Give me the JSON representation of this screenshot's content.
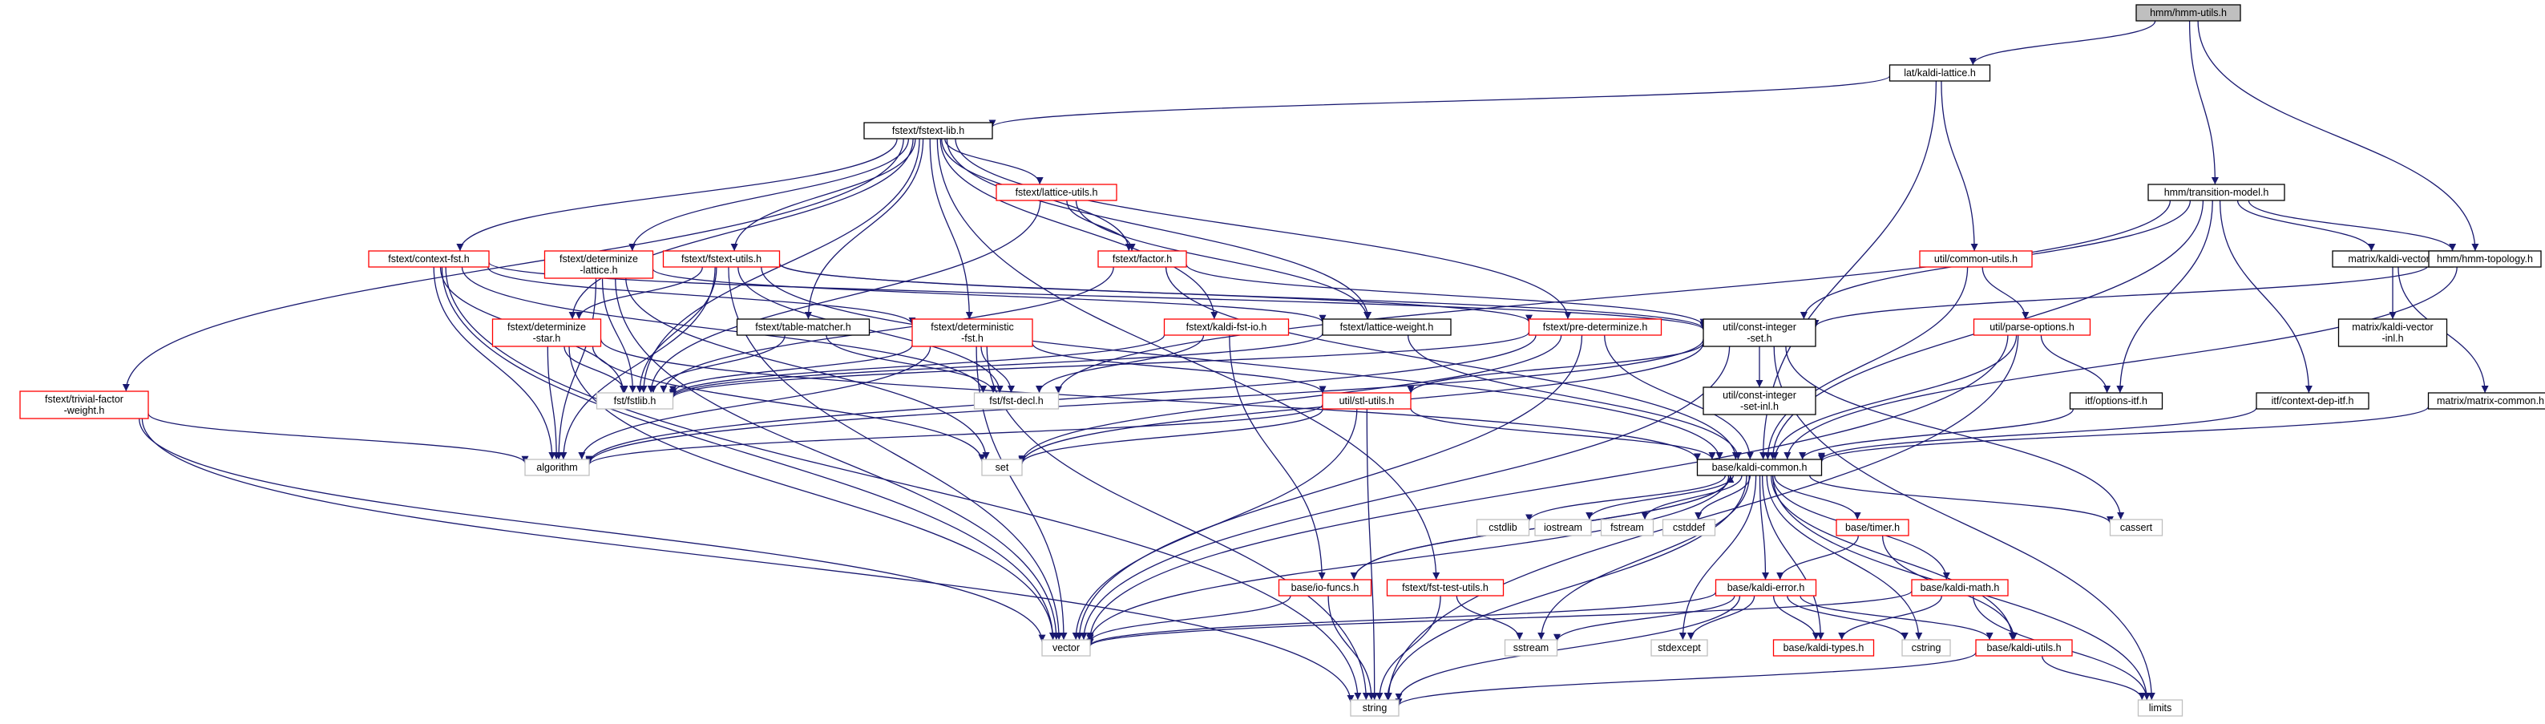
{
  "colors": {
    "edge": "#191970",
    "border_black": "#000000",
    "border_red": "#ff0000",
    "border_gray": "#bfbfbf",
    "focus_fill": "#bfbfbf",
    "fill": "#ffffff"
  },
  "nodes": [
    {
      "id": "root",
      "lines": [
        "hmm/hmm-utils.h"
      ],
      "style": "focus"
    },
    {
      "id": "lat_kaldi_lattice",
      "lines": [
        "lat/kaldi-lattice.h"
      ],
      "style": "black"
    },
    {
      "id": "fstext_lib",
      "lines": [
        "fstext/fstext-lib.h"
      ],
      "style": "black"
    },
    {
      "id": "hmm_transition_model",
      "lines": [
        "hmm/transition-model.h"
      ],
      "style": "black"
    },
    {
      "id": "fstext_lattice_utils",
      "lines": [
        "fstext/lattice-utils.h"
      ],
      "style": "red"
    },
    {
      "id": "util_common_utils",
      "lines": [
        "util/common-utils.h"
      ],
      "style": "red"
    },
    {
      "id": "fstext_context_fst",
      "lines": [
        "fstext/context-fst.h"
      ],
      "style": "red"
    },
    {
      "id": "fstext_determinize_lattice",
      "lines": [
        "fstext/determinize",
        "-lattice.h"
      ],
      "style": "red"
    },
    {
      "id": "fstext_fstext_utils",
      "lines": [
        "fstext/fstext-utils.h"
      ],
      "style": "red"
    },
    {
      "id": "fstext_factor",
      "lines": [
        "fstext/factor.h"
      ],
      "style": "red"
    },
    {
      "id": "matrix_kaldi_vector",
      "lines": [
        "matrix/kaldi-vector.h"
      ],
      "style": "black"
    },
    {
      "id": "hmm_hmm_topology",
      "lines": [
        "hmm/hmm-topology.h"
      ],
      "style": "black"
    },
    {
      "id": "fstext_determinize_star",
      "lines": [
        "fstext/determinize",
        "-star.h"
      ],
      "style": "red"
    },
    {
      "id": "fstext_table_matcher",
      "lines": [
        "fstext/table-matcher.h"
      ],
      "style": "black"
    },
    {
      "id": "fstext_deterministic_fst",
      "lines": [
        "fstext/deterministic",
        "-fst.h"
      ],
      "style": "red"
    },
    {
      "id": "fstext_kaldi_fst_io",
      "lines": [
        "fstext/kaldi-fst-io.h"
      ],
      "style": "red"
    },
    {
      "id": "fstext_lattice_weight",
      "lines": [
        "fstext/lattice-weight.h"
      ],
      "style": "black"
    },
    {
      "id": "fstext_pre_determinize",
      "lines": [
        "fstext/pre-determinize.h"
      ],
      "style": "red"
    },
    {
      "id": "util_const_integer_set",
      "lines": [
        "util/const-integer",
        "-set.h"
      ],
      "style": "black"
    },
    {
      "id": "util_parse_options",
      "lines": [
        "util/parse-options.h"
      ],
      "style": "red"
    },
    {
      "id": "matrix_kaldi_vector_inl",
      "lines": [
        "matrix/kaldi-vector",
        "-inl.h"
      ],
      "style": "black"
    },
    {
      "id": "fstext_trivial_factor_weight",
      "lines": [
        "fstext/trivial-factor",
        "-weight.h"
      ],
      "style": "red"
    },
    {
      "id": "fst_fstlib",
      "lines": [
        "fst/fstlib.h"
      ],
      "style": "gray"
    },
    {
      "id": "fst_fst_decl",
      "lines": [
        "fst/fst-decl.h"
      ],
      "style": "gray"
    },
    {
      "id": "util_const_integer_set_inl",
      "lines": [
        "util/const-integer",
        "-set-inl.h"
      ],
      "style": "black"
    },
    {
      "id": "itf_options_itf",
      "lines": [
        "itf/options-itf.h"
      ],
      "style": "black"
    },
    {
      "id": "itf_context_dep_itf",
      "lines": [
        "itf/context-dep-itf.h"
      ],
      "style": "black"
    },
    {
      "id": "matrix_matrix_common",
      "lines": [
        "matrix/matrix-common.h"
      ],
      "style": "black"
    },
    {
      "id": "util_stl_utils",
      "lines": [
        "util/stl-utils.h"
      ],
      "style": "red"
    },
    {
      "id": "algorithm",
      "lines": [
        "algorithm"
      ],
      "style": "gray"
    },
    {
      "id": "set",
      "lines": [
        "set"
      ],
      "style": "gray"
    },
    {
      "id": "base_kaldi_common",
      "lines": [
        "base/kaldi-common.h"
      ],
      "style": "black"
    },
    {
      "id": "cstdlib",
      "lines": [
        "cstdlib"
      ],
      "style": "gray"
    },
    {
      "id": "iostream",
      "lines": [
        "iostream"
      ],
      "style": "gray"
    },
    {
      "id": "fstream",
      "lines": [
        "fstream"
      ],
      "style": "gray"
    },
    {
      "id": "cstddef",
      "lines": [
        "cstddef"
      ],
      "style": "gray"
    },
    {
      "id": "base_timer",
      "lines": [
        "base/timer.h"
      ],
      "style": "red"
    },
    {
      "id": "cassert",
      "lines": [
        "cassert"
      ],
      "style": "gray"
    },
    {
      "id": "base_io_funcs",
      "lines": [
        "base/io-funcs.h"
      ],
      "style": "red"
    },
    {
      "id": "fstext_fst_test_utils",
      "lines": [
        "fstext/fst-test-utils.h"
      ],
      "style": "red"
    },
    {
      "id": "base_kaldi_error",
      "lines": [
        "base/kaldi-error.h"
      ],
      "style": "red"
    },
    {
      "id": "base_kaldi_math",
      "lines": [
        "base/kaldi-math.h"
      ],
      "style": "red"
    },
    {
      "id": "vector",
      "lines": [
        "vector"
      ],
      "style": "gray"
    },
    {
      "id": "sstream",
      "lines": [
        "sstream"
      ],
      "style": "gray"
    },
    {
      "id": "stdexcept",
      "lines": [
        "stdexcept"
      ],
      "style": "gray"
    },
    {
      "id": "base_kaldi_types",
      "lines": [
        "base/kaldi-types.h"
      ],
      "style": "red"
    },
    {
      "id": "cstring",
      "lines": [
        "cstring"
      ],
      "style": "gray"
    },
    {
      "id": "base_kaldi_utils",
      "lines": [
        "base/kaldi-utils.h"
      ],
      "style": "red"
    },
    {
      "id": "string",
      "lines": [
        "string"
      ],
      "style": "gray"
    },
    {
      "id": "limits",
      "lines": [
        "limits"
      ],
      "style": "gray"
    }
  ],
  "edges": [
    [
      "root",
      "lat_kaldi_lattice"
    ],
    [
      "root",
      "hmm_transition_model"
    ],
    [
      "root",
      "hmm_hmm_topology"
    ],
    [
      "lat_kaldi_lattice",
      "fstext_lib"
    ],
    [
      "lat_kaldi_lattice",
      "util_common_utils"
    ],
    [
      "lat_kaldi_lattice",
      "base_kaldi_common"
    ],
    [
      "fstext_lib",
      "fstext_lattice_utils"
    ],
    [
      "fstext_lib",
      "fstext_context_fst"
    ],
    [
      "fstext_lib",
      "fstext_determinize_lattice"
    ],
    [
      "fstext_lib",
      "fstext_fstext_utils"
    ],
    [
      "fstext_lib",
      "fstext_factor"
    ],
    [
      "fstext_lib",
      "fstext_table_matcher"
    ],
    [
      "fstext_lib",
      "fstext_deterministic_fst"
    ],
    [
      "fstext_lib",
      "fstext_lattice_weight"
    ],
    [
      "fstext_lib",
      "fstext_pre_determinize"
    ],
    [
      "fstext_lib",
      "fstext_trivial_factor_weight"
    ],
    [
      "fstext_lib",
      "fst_fstlib"
    ],
    [
      "fstext_lib",
      "fstext_determinize_star"
    ],
    [
      "fstext_lib",
      "fstext_kaldi_fst_io"
    ],
    [
      "fstext_lib",
      "fstext_fst_test_utils"
    ],
    [
      "fstext_lattice_utils",
      "fstext_factor"
    ],
    [
      "fstext_lattice_utils",
      "fst_fstlib"
    ],
    [
      "fstext_lattice_utils",
      "fstext_lattice_weight"
    ],
    [
      "fstext_context_fst",
      "fst_fstlib"
    ],
    [
      "fstext_context_fst",
      "fst_fst_decl"
    ],
    [
      "fstext_context_fst",
      "algorithm"
    ],
    [
      "fstext_context_fst",
      "vector"
    ],
    [
      "fstext_context_fst",
      "string"
    ],
    [
      "fstext_context_fst",
      "util_const_integer_set"
    ],
    [
      "fstext_context_fst",
      "fstext_deterministic_fst"
    ],
    [
      "fstext_determinize_lattice",
      "fst_fstlib"
    ],
    [
      "fstext_determinize_lattice",
      "fstext_lattice_weight"
    ],
    [
      "fstext_determinize_lattice",
      "algorithm"
    ],
    [
      "fstext_determinize_lattice",
      "vector"
    ],
    [
      "fstext_determinize_lattice",
      "set"
    ],
    [
      "fstext_fstext_utils",
      "fst_fstlib"
    ],
    [
      "fstext_fstext_utils",
      "fstext_determinize_star"
    ],
    [
      "fstext_fstext_utils",
      "fst_fst_decl"
    ],
    [
      "fstext_fstext_utils",
      "util_const_integer_set"
    ],
    [
      "fstext_fstext_utils",
      "algorithm"
    ],
    [
      "fstext_fstext_utils",
      "vector"
    ],
    [
      "fstext_fstext_utils",
      "base_kaldi_common"
    ],
    [
      "fstext_fstext_utils",
      "fstext_pre_determinize"
    ],
    [
      "fstext_factor",
      "fst_fstlib"
    ],
    [
      "fstext_factor",
      "util_const_integer_set"
    ],
    [
      "fstext_factor",
      "base_kaldi_common"
    ],
    [
      "hmm_transition_model",
      "util_const_integer_set"
    ],
    [
      "hmm_transition_model",
      "matrix_kaldi_vector"
    ],
    [
      "hmm_transition_model",
      "hmm_hmm_topology"
    ],
    [
      "hmm_transition_model",
      "itf_options_itf"
    ],
    [
      "hmm_transition_model",
      "itf_context_dep_itf"
    ],
    [
      "hmm_transition_model",
      "base_kaldi_common"
    ],
    [
      "hmm_transition_model",
      "fst_fst_decl"
    ],
    [
      "util_common_utils",
      "util_parse_options"
    ],
    [
      "util_common_utils",
      "base_kaldi_common"
    ],
    [
      "matrix_kaldi_vector",
      "matrix_kaldi_vector_inl"
    ],
    [
      "matrix_kaldi_vector",
      "matrix_matrix_common"
    ],
    [
      "hmm_hmm_topology",
      "util_const_integer_set"
    ],
    [
      "hmm_hmm_topology",
      "base_kaldi_common"
    ],
    [
      "fstext_determinize_star",
      "fst_fstlib"
    ],
    [
      "fstext_determinize_star",
      "algorithm"
    ],
    [
      "fstext_determinize_star",
      "set"
    ],
    [
      "fstext_determinize_star",
      "vector"
    ],
    [
      "fstext_determinize_star",
      "base_kaldi_common"
    ],
    [
      "fstext_table_matcher",
      "fst_fstlib"
    ],
    [
      "fstext_table_matcher",
      "fst_fst_decl"
    ],
    [
      "fstext_deterministic_fst",
      "fst_fstlib"
    ],
    [
      "fstext_deterministic_fst",
      "fst_fst_decl"
    ],
    [
      "fstext_deterministic_fst",
      "algorithm"
    ],
    [
      "fstext_deterministic_fst",
      "vector"
    ],
    [
      "fstext_deterministic_fst",
      "string"
    ],
    [
      "fstext_deterministic_fst",
      "util_stl_utils"
    ],
    [
      "fstext_kaldi_fst_io",
      "fst_fstlib"
    ],
    [
      "fstext_kaldi_fst_io",
      "fst_fst_decl"
    ],
    [
      "fstext_kaldi_fst_io",
      "base_io_funcs"
    ],
    [
      "fstext_lattice_weight",
      "fst_fstlib"
    ],
    [
      "fstext_lattice_weight",
      "base_kaldi_common"
    ],
    [
      "fstext_pre_determinize",
      "fst_fstlib"
    ],
    [
      "fstext_pre_determinize",
      "algorithm"
    ],
    [
      "fstext_pre_determinize",
      "set"
    ],
    [
      "fstext_pre_determinize",
      "vector"
    ],
    [
      "fstext_pre_determinize",
      "base_kaldi_common"
    ],
    [
      "util_const_integer_set",
      "util_const_integer_set_inl"
    ],
    [
      "util_const_integer_set",
      "util_stl_utils"
    ],
    [
      "util_const_integer_set",
      "vector"
    ],
    [
      "util_const_integer_set",
      "set"
    ],
    [
      "util_const_integer_set",
      "algorithm"
    ],
    [
      "util_const_integer_set",
      "limits"
    ],
    [
      "util_const_integer_set",
      "cassert"
    ],
    [
      "util_parse_options",
      "itf_options_itf"
    ],
    [
      "util_parse_options",
      "base_kaldi_common"
    ],
    [
      "util_parse_options",
      "string"
    ],
    [
      "util_parse_options",
      "vector"
    ],
    [
      "fstext_trivial_factor_weight",
      "algorithm"
    ],
    [
      "fstext_trivial_factor_weight",
      "vector"
    ],
    [
      "fstext_trivial_factor_weight",
      "string"
    ],
    [
      "itf_options_itf",
      "base_kaldi_common"
    ],
    [
      "itf_context_dep_itf",
      "base_kaldi_common"
    ],
    [
      "matrix_matrix_common",
      "base_kaldi_common"
    ],
    [
      "util_stl_utils",
      "algorithm"
    ],
    [
      "util_stl_utils",
      "set"
    ],
    [
      "util_stl_utils",
      "vector"
    ],
    [
      "util_stl_utils",
      "string"
    ],
    [
      "util_stl_utils",
      "base_kaldi_common"
    ],
    [
      "base_kaldi_common",
      "cstdlib"
    ],
    [
      "base_kaldi_common",
      "iostream"
    ],
    [
      "base_kaldi_common",
      "fstream"
    ],
    [
      "base_kaldi_common",
      "cstddef"
    ],
    [
      "base_kaldi_common",
      "base_timer"
    ],
    [
      "base_kaldi_common",
      "cassert"
    ],
    [
      "base_kaldi_common",
      "base_io_funcs"
    ],
    [
      "base_kaldi_common",
      "base_kaldi_error"
    ],
    [
      "base_kaldi_common",
      "base_kaldi_math"
    ],
    [
      "base_kaldi_common",
      "base_kaldi_types"
    ],
    [
      "base_kaldi_common",
      "base_kaldi_utils"
    ],
    [
      "base_kaldi_common",
      "vector"
    ],
    [
      "base_kaldi_common",
      "string"
    ],
    [
      "base_kaldi_common",
      "stdexcept"
    ],
    [
      "base_kaldi_common",
      "sstream"
    ],
    [
      "base_kaldi_common",
      "cstring"
    ],
    [
      "base_kaldi_common",
      "limits"
    ],
    [
      "base_timer",
      "base_kaldi_error"
    ],
    [
      "base_timer",
      "base_kaldi_utils"
    ],
    [
      "base_io_funcs",
      "vector"
    ],
    [
      "base_io_funcs",
      "string"
    ],
    [
      "base_io_funcs",
      "base_kaldi_common"
    ],
    [
      "fstext_fst_test_utils",
      "sstream"
    ],
    [
      "fstext_fst_test_utils",
      "string"
    ],
    [
      "base_kaldi_error",
      "vector"
    ],
    [
      "base_kaldi_error",
      "sstream"
    ],
    [
      "base_kaldi_error",
      "stdexcept"
    ],
    [
      "base_kaldi_error",
      "base_kaldi_types"
    ],
    [
      "base_kaldi_error",
      "base_kaldi_utils"
    ],
    [
      "base_kaldi_error",
      "string"
    ],
    [
      "base_kaldi_error",
      "cstring"
    ],
    [
      "base_kaldi_math",
      "base_kaldi_types"
    ],
    [
      "base_kaldi_math",
      "limits"
    ],
    [
      "base_kaldi_math",
      "vector"
    ],
    [
      "base_kaldi_utils",
      "string"
    ],
    [
      "base_kaldi_utils",
      "limits"
    ]
  ]
}
